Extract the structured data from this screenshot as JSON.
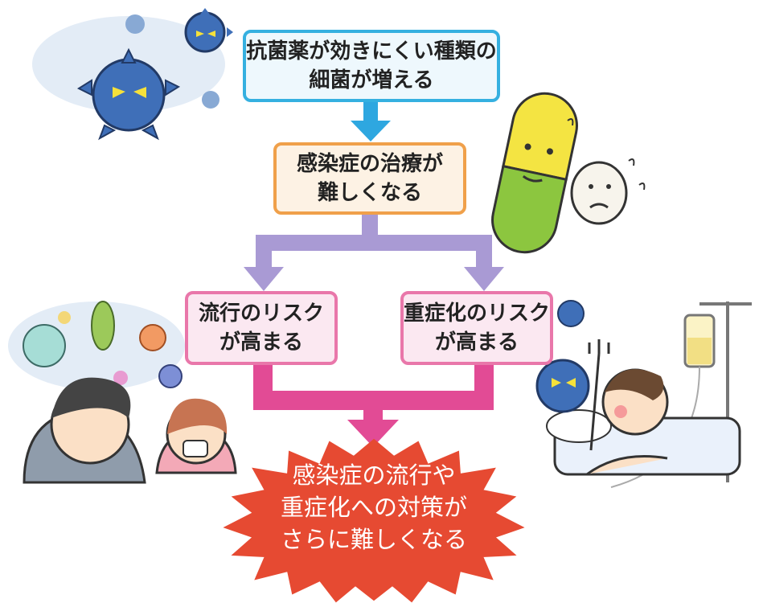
{
  "flow": {
    "box1": {
      "line1": "抗菌薬が効きにくい種類の",
      "line2": "細菌が増える"
    },
    "box2": {
      "line1": "感染症の治療が",
      "line2": "難しくなる"
    },
    "box3": {
      "line1": "流行のリスク",
      "line2": "が高まる"
    },
    "box4": {
      "line1": "重症化のリスク",
      "line2": "が高まる"
    },
    "result": {
      "line1": "感染症の流行や",
      "line2": "重症化への対策が",
      "line3": "さらに難しくなる"
    }
  },
  "colors": {
    "blue_arrow": "#2ea7e0",
    "purple_arrow": "#a99ad4",
    "pink_arrow": "#e24b95",
    "burst_red": "#e64a32",
    "bacteria_blue": "#3f6fb8",
    "capsule_yellow": "#f4e442",
    "capsule_green": "#8cc63f"
  }
}
